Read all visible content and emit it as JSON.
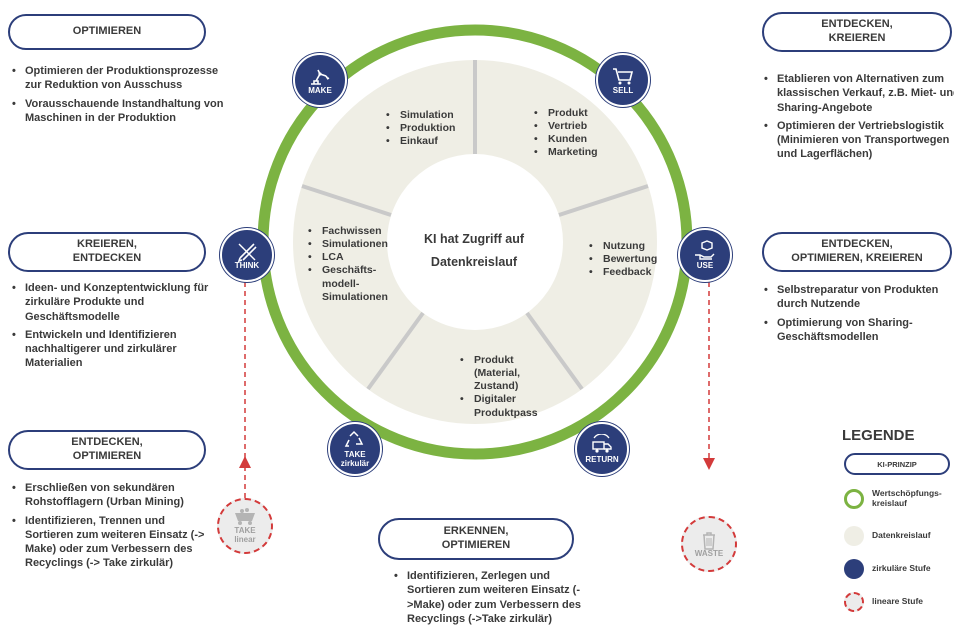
{
  "center": {
    "line1": "KI hat Zugriff auf",
    "line2": "Datenkreislauf"
  },
  "stages": {
    "make": "MAKE",
    "sell": "SELL",
    "use": "USE",
    "return": "RETURN",
    "take_circular": "TAKE\nzirkulär",
    "think": "THINK",
    "take_linear": "TAKE\nlinear",
    "waste": "WASTE"
  },
  "segments": {
    "make": [
      "Simulation",
      "Produktion",
      "Einkauf"
    ],
    "sell": [
      "Produkt",
      "Vertrieb",
      "Kunden",
      "Marketing"
    ],
    "use": [
      "Nutzung",
      "Bewertung",
      "Feedback"
    ],
    "return": [
      "Produkt (Material, Zustand)",
      "Digitaler Produktpass"
    ],
    "think": [
      "Fachwissen",
      "Simulationen",
      "LCA",
      "Geschäfts-modell-Simulationen"
    ]
  },
  "panels": {
    "optimieren": {
      "title": "OPTIMIEREN",
      "bullets": [
        "Optimieren der Produktionsprozesse zur Reduktion von Ausschuss",
        "Vorausschauende Instandhaltung von Maschinen in der Produktion"
      ]
    },
    "kreieren_entdecken": {
      "title": "KREIEREN,\nENTDECKEN",
      "bullets": [
        "Ideen- und Konzeptentwicklung für zirkuläre Produkte und Geschäftsmodelle",
        "Entwickeln und Identifizieren nachhaltigerer und zirkulärer Materialien"
      ]
    },
    "entdecken_optimieren": {
      "title": "ENTDECKEN,\nOPTIMIEREN",
      "bullets": [
        "Erschließen von sekundären Rohstofflagern (Urban Mining)",
        "Identifizieren, Trennen und Sortieren zum weiteren Einsatz (-> Make) oder zum Verbessern des Recyclings (-> Take zirkulär)"
      ]
    },
    "entdecken_kreieren": {
      "title": "ENTDECKEN,\nKREIEREN",
      "bullets": [
        "Etablieren von Alternativen zum klassischen Verkauf, z.B. Miet- und Sharing-Angebote",
        "Optimieren der Vertriebslogistik (Minimieren von Transportwegen und Lagerflächen)"
      ]
    },
    "entdecken_optimieren_kreieren": {
      "title": "ENTDECKEN,\nOPTIMIEREN, KREIEREN",
      "bullets": [
        "Selbstreparatur von Produkten durch Nutzende",
        "Optimierung von Sharing-Geschäftsmodellen"
      ]
    },
    "erkennen_optimieren": {
      "title": "ERKENNEN,\nOPTIMIEREN",
      "bullets": [
        "Identifizieren, Zerlegen und Sortieren zum weiteren Einsatz (->Make) oder zum Verbessern des Recyclings (->Take zirkulär)"
      ]
    }
  },
  "legend": {
    "title": "LEGENDE",
    "ki_prinzip": "KI-PRINZIP",
    "value_chain": "Wertschöpfungs-\nkreislauf",
    "data_cycle": "Datenkreislauf",
    "circular_stage": "zirkuläre Stufe",
    "linear_stage": "lineare Stufe"
  },
  "colors": {
    "navy": "#2c3e7a",
    "green": "#7cb342",
    "beige": "#efeee5",
    "red_dashed": "#d33a3a"
  },
  "icons": {
    "make": "robot-arm-icon",
    "sell": "shopping-cart-icon",
    "use": "hand-box-icon",
    "return": "truck-return-icon",
    "take_circular": "recycle-icon",
    "think": "pencil-ruler-icon",
    "take_linear": "mine-cart-icon",
    "waste": "trash-bin-icon"
  }
}
